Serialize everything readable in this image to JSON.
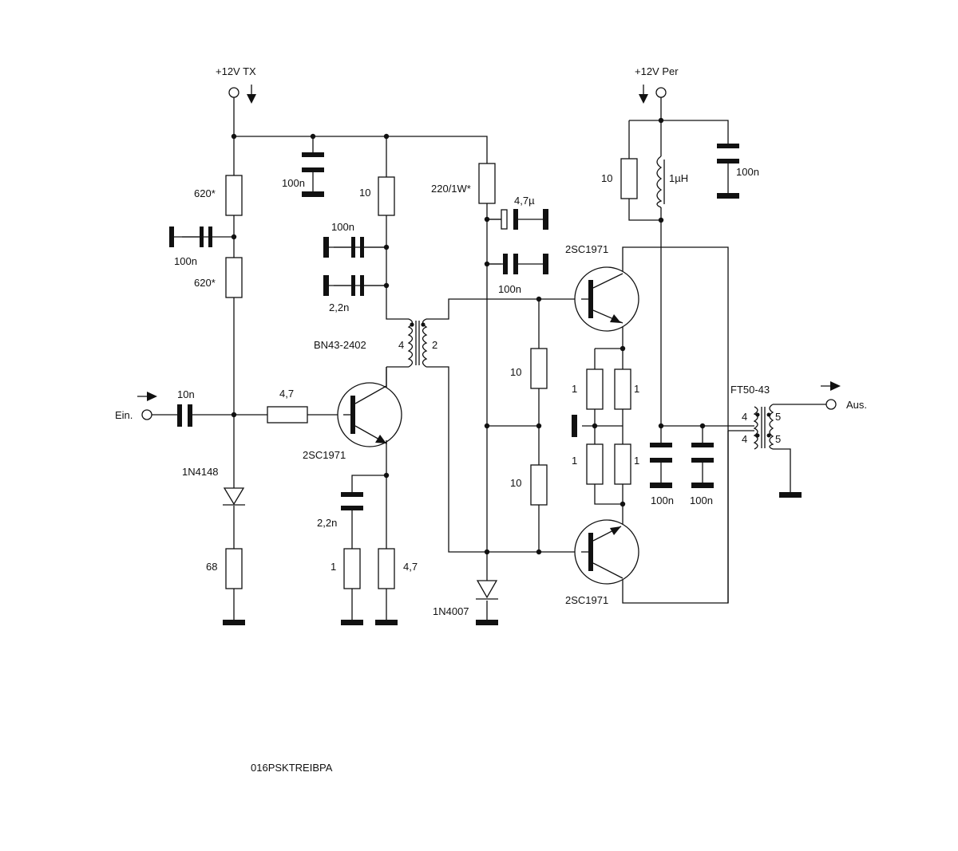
{
  "supply": {
    "tx": "+12V TX",
    "per": "+12V Per"
  },
  "input": {
    "label": "Ein.",
    "cap": "10n"
  },
  "output": {
    "label": "Aus."
  },
  "bias": {
    "r_upper": "620*",
    "r_lower": "620*",
    "c_mid": "100n",
    "diode": "1N4148",
    "r_bottom": "68"
  },
  "top_rail": {
    "c": "100n",
    "r_collector": "10",
    "c_a": "100n",
    "c_b": "2,2n",
    "r_power": "220/1W*",
    "c_elko": "4,7µ",
    "c_b2": "100n"
  },
  "driver": {
    "base_r": "4,7",
    "transistor": "2SC1971",
    "emitter_c": "2,2n",
    "emitter_r1": "1",
    "emitter_r2": "4,7"
  },
  "transformer": {
    "name": "BN43-2402",
    "primary": "4",
    "secondary": "2"
  },
  "bias_net": {
    "r_upper": "10",
    "r_lower": "10",
    "diode": "1N4007"
  },
  "push_pull": {
    "q_top": "2SC1971",
    "q_bottom": "2SC1971",
    "r1": "1",
    "r2": "1",
    "r3": "1",
    "r4": "1"
  },
  "supply_filter": {
    "r": "10",
    "choke": "1µH",
    "c": "100n"
  },
  "output_stage": {
    "c1": "100n",
    "c2": "100n",
    "transformer": "FT50-43",
    "p1": "4",
    "p2": "4",
    "s1": "5",
    "s2": "5"
  },
  "caption": "016PSKTREIBPA"
}
